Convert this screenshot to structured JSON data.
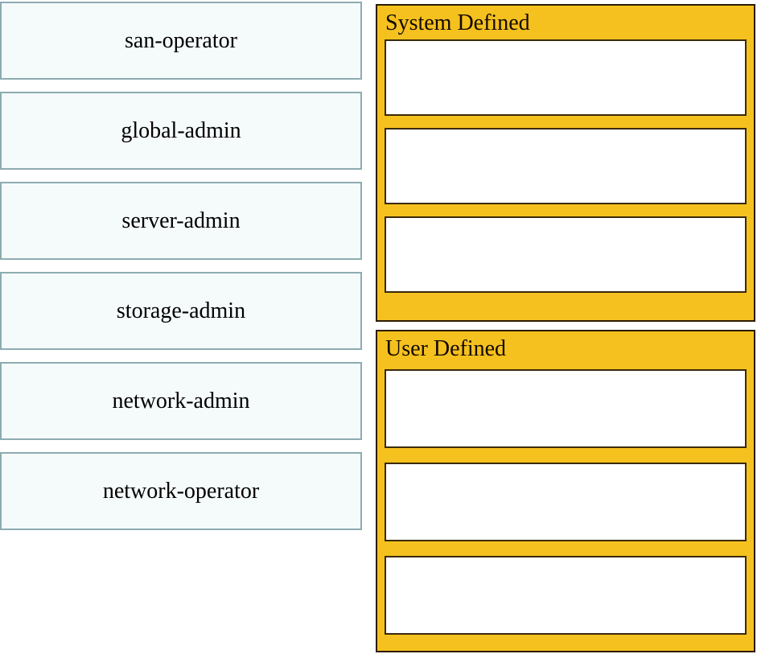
{
  "colors": {
    "panel_gold": "#f5c11e",
    "panel_border": "#2b1b05",
    "slot_border": "#3a2a0c",
    "slot_fill": "#ffffff",
    "item_border": "#8dacb0",
    "item_fill": "#f5fafb",
    "text": "#000000",
    "page_background": "#ffffff"
  },
  "drag_items": [
    {
      "label": "san-operator"
    },
    {
      "label": "global-admin"
    },
    {
      "label": "server-admin"
    },
    {
      "label": "storage-admin"
    },
    {
      "label": "network-admin"
    },
    {
      "label": "network-operator"
    }
  ],
  "drop_groups": [
    {
      "title": "System Defined",
      "slot_count": 3
    },
    {
      "title": "User Defined",
      "slot_count": 3
    }
  ]
}
